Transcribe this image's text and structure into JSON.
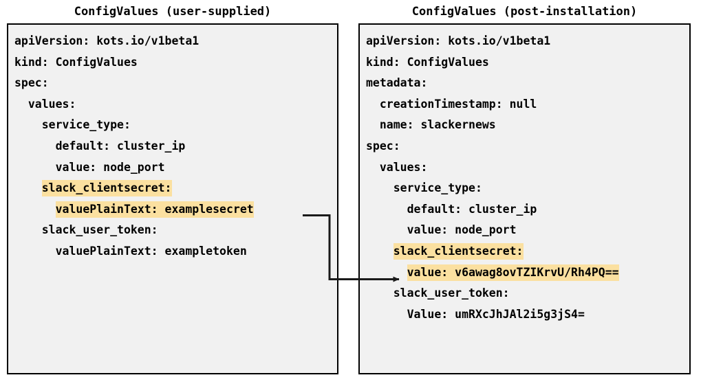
{
  "diagram": {
    "type": "flow-annotation",
    "background_color": "#ffffff",
    "box_fill_color": "#f1f1f1",
    "box_border_color": "#000000",
    "highlight_color": "#fbe0a0",
    "connector_color": "#1a1a1a",
    "connector_description": "arrow from highlighted user-supplied valuePlainText to post-installation encrypted value"
  },
  "panels": [
    {
      "id": "user-supplied",
      "title": "ConfigValues (user-supplied)",
      "lines": [
        {
          "text": "apiVersion: kots.io/v1beta1",
          "highlight": false
        },
        {
          "text": "kind: ConfigValues",
          "highlight": false
        },
        {
          "text": "spec:",
          "highlight": false
        },
        {
          "text": "  values:",
          "highlight": false
        },
        {
          "text": "    service_type:",
          "highlight": false
        },
        {
          "text": "      default: cluster_ip",
          "highlight": false
        },
        {
          "text": "      value: node_port",
          "highlight": false
        },
        {
          "indent": "    ",
          "text": "slack_clientsecret:",
          "highlight": true
        },
        {
          "indent": "      ",
          "text": "valuePlainText: examplesecret",
          "highlight": true
        },
        {
          "text": "    slack_user_token:",
          "highlight": false
        },
        {
          "text": "      valuePlainText: exampletoken",
          "highlight": false
        }
      ]
    },
    {
      "id": "post-installation",
      "title": "ConfigValues (post-installation)",
      "lines": [
        {
          "text": "apiVersion: kots.io/v1beta1",
          "highlight": false
        },
        {
          "text": "kind: ConfigValues",
          "highlight": false
        },
        {
          "text": "metadata:",
          "highlight": false
        },
        {
          "text": "  creationTimestamp: null",
          "highlight": false
        },
        {
          "text": "  name: slackernews",
          "highlight": false
        },
        {
          "text": "spec:",
          "highlight": false
        },
        {
          "text": "  values:",
          "highlight": false
        },
        {
          "text": "    service_type:",
          "highlight": false
        },
        {
          "text": "      default: cluster_ip",
          "highlight": false
        },
        {
          "text": "      value: node_port",
          "highlight": false
        },
        {
          "indent": "    ",
          "text": "slack_clientsecret:",
          "highlight": true
        },
        {
          "indent": "      ",
          "text": "value: v6awag8ovTZIKrvU/Rh4PQ==",
          "highlight": true
        },
        {
          "text": "    slack_user_token:",
          "highlight": false
        },
        {
          "text": "      Value: umRXcJhJAl2i5g3jS4=",
          "highlight": false
        }
      ]
    }
  ]
}
